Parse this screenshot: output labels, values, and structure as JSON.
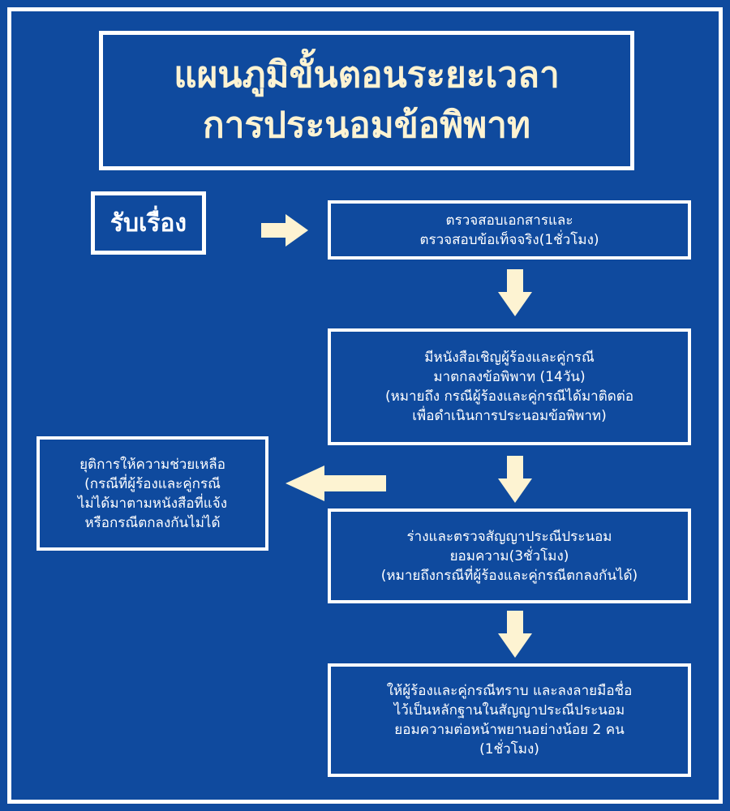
{
  "title": {
    "line1": "แผนภูมิขั้นตอนระยะเวลา",
    "line2": "การประนอมข้อพิพาท"
  },
  "start": {
    "label": "รับเรื่อง"
  },
  "steps": [
    {
      "lines": [
        "ตรวจสอบเอกสารและ",
        "ตรวจสอบข้อเท็จจริง(1ชั่วโมง)"
      ]
    },
    {
      "lines": [
        "มีหนังสือเชิญผู้ร้องและคู่กรณี",
        "มาตกลงข้อพิพาท (14วัน)",
        "(หมายถึง กรณีผู้ร้องและคู่กรณีได้มาติดต่อ",
        "เพื่อดำเนินการประนอมข้อพิพาท)"
      ]
    },
    {
      "lines": [
        "ร่างและตรวจสัญญาประณีประนอม",
        "ยอมความ(3ชั่วโมง)",
        "(หมายถึงกรณีที่ผู้ร้องและคู่กรณีตกลงกันได้)"
      ]
    },
    {
      "lines": [
        "ให้ผู้ร้องและคู่กรณีทราบ และลงลายมือชื่อ",
        "ไว้เป็นหลักฐานในสัญญาประณีประนอม",
        "ยอมความต่อหน้าพยานอย่างน้อย 2 คน",
        "(1ชั่วโมง)"
      ]
    }
  ],
  "terminate": {
    "lines": [
      "ยุติการให้ความช่วยเหลือ",
      "(กรณีที่ผู้ร้องและคู่กรณี",
      "ไม่ได้มาตามหนังสือที่แจ้ง",
      "หรือกรณีตกลงกันไม่ได้"
    ]
  },
  "colors": {
    "background": "#0f4a9e",
    "arrow": "#fdf3d2",
    "border": "#ffffff"
  }
}
